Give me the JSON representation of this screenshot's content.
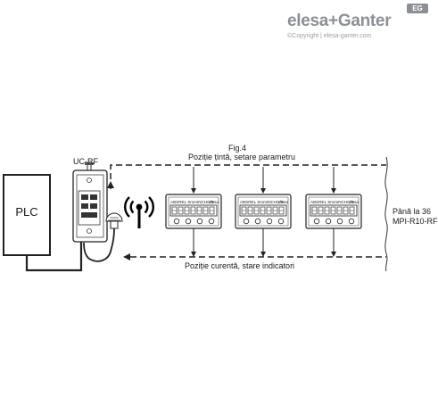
{
  "brand": {
    "logo_text": "elesa+Ganter",
    "copyright": "©Copyright | elesa-ganter.com",
    "badge": "EG",
    "color": "#8c9096"
  },
  "figure": {
    "caption": "Fig.4",
    "top_label": "Poziție țintă, setare parametru",
    "bottom_label": "Poziție curentă, stare indicatori",
    "plc_label": "PLC",
    "unit_label": "UC-RF",
    "range_label_line1": "Până la 36",
    "range_label_line2": "MPI-R10-RF",
    "indicator_header": "ABSREL SmmINCHC/S",
    "indicator_brand": "elesa",
    "indicator_count": 3
  },
  "icons": [
    "antenna-icon",
    "arrow-up-icon",
    "arrow-down-icon"
  ]
}
